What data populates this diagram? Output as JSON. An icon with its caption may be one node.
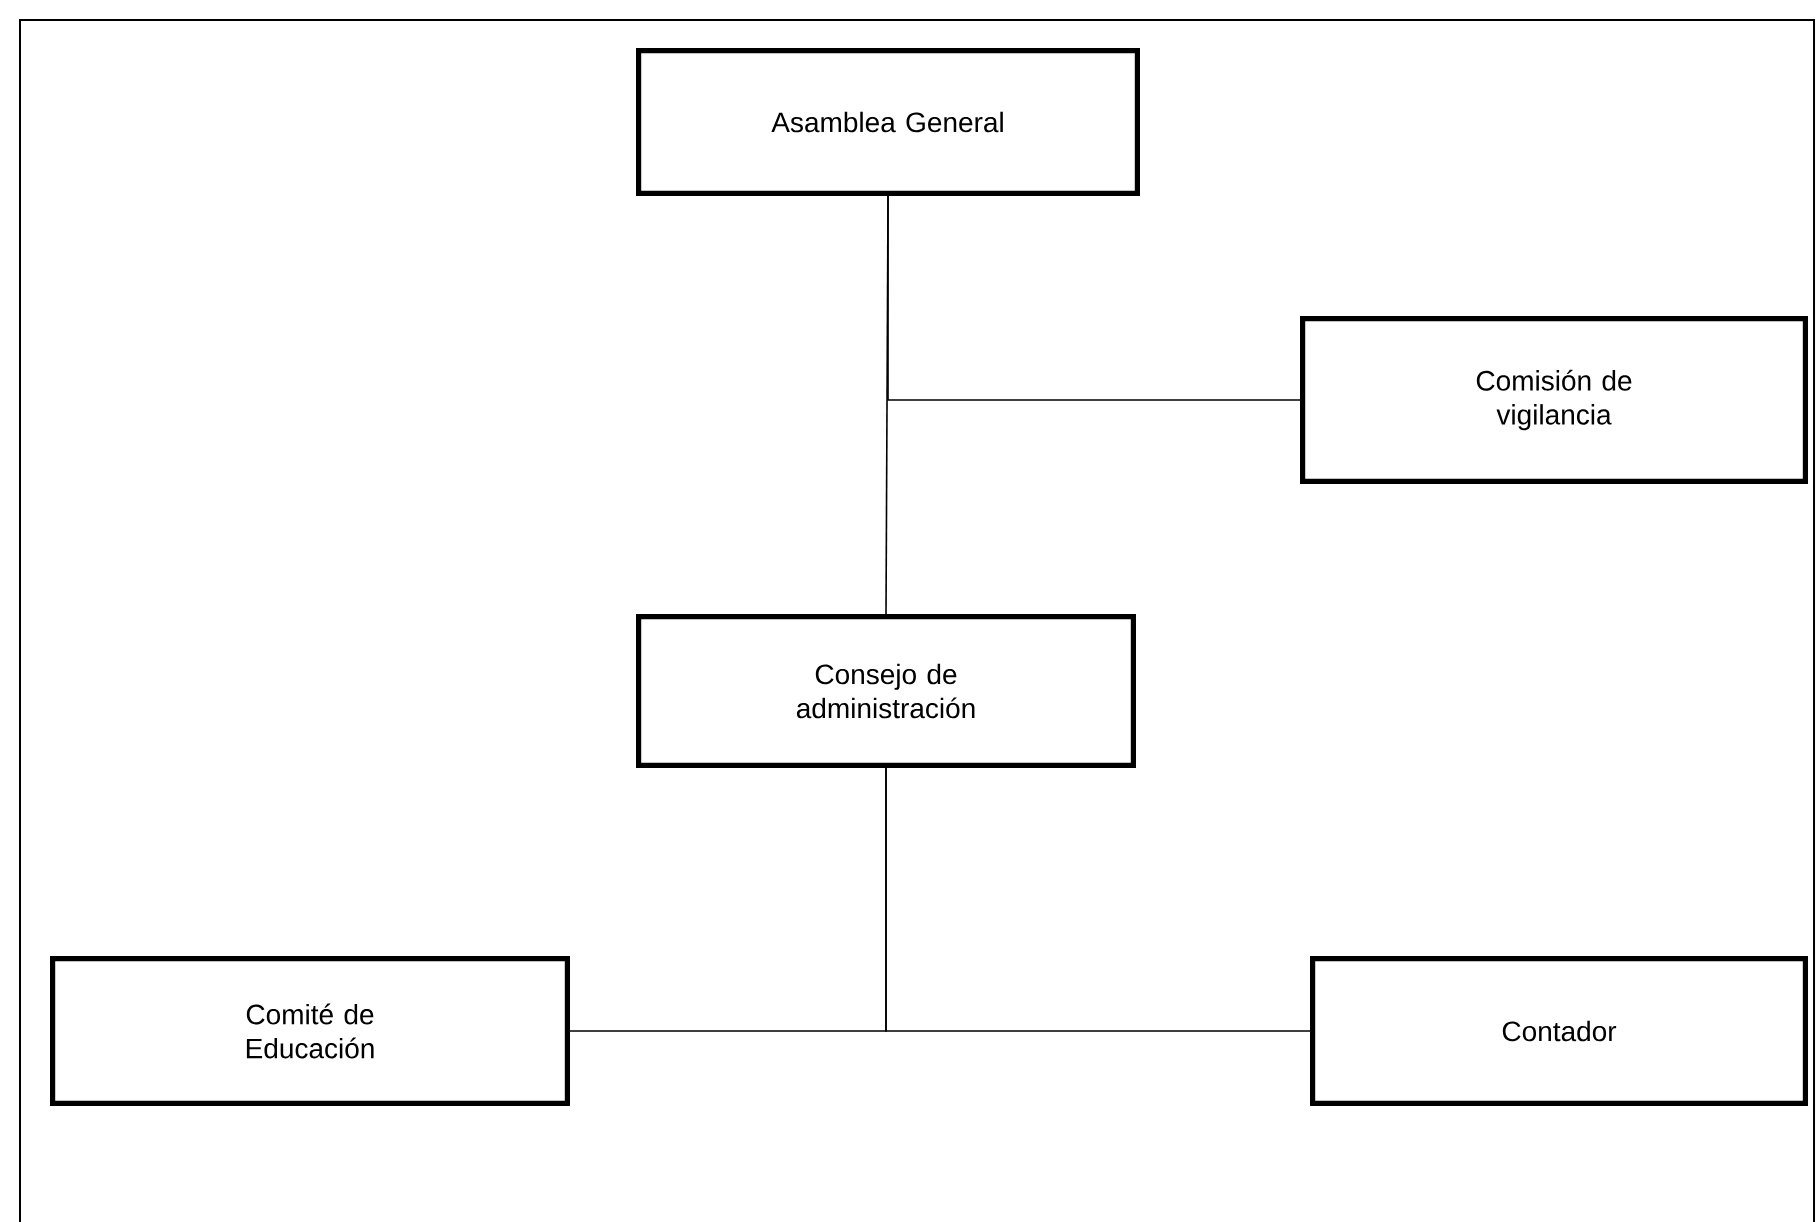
{
  "diagram": {
    "nodes": [
      {
        "text": [
          "Asamblea General"
        ]
      },
      {
        "text": [
          "Comisión de vigilancia"
        ]
      },
      {
        "text": [
          "Consejo de administración"
        ]
      },
      {
        "text": [
          "Comité de Educación"
        ]
      },
      {
        "text": [
          "Contador"
        ]
      }
    ],
    "edges": [
      {
        "from": 0,
        "to": 2,
        "arrow": "none"
      },
      {
        "from": 0,
        "to": 1,
        "arrow": "none"
      },
      {
        "from": 2,
        "to": 3,
        "arrow": "none"
      },
      {
        "from": 2,
        "to": 4,
        "arrow": "none"
      }
    ]
  }
}
